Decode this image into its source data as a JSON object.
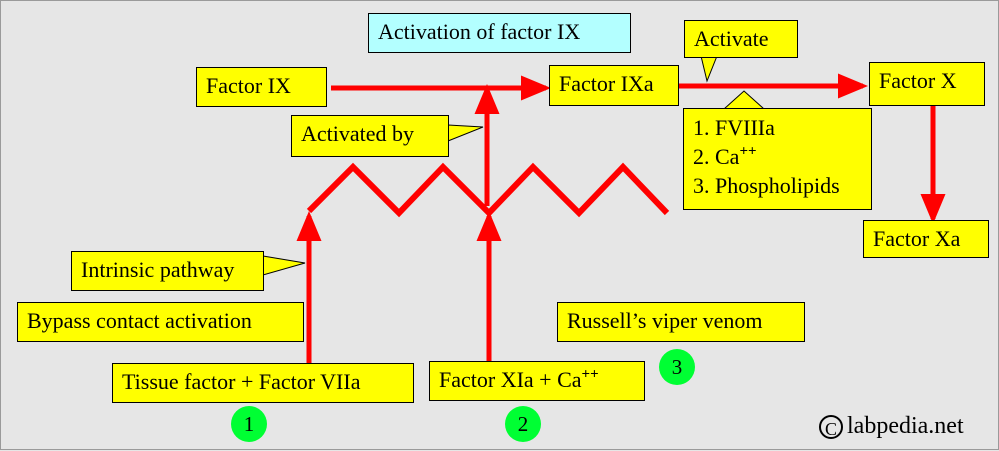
{
  "title_box": "Activation of factor IX",
  "factor_ix": "Factor IX",
  "factor_ixa": "Factor IXa",
  "factor_x": "Factor X",
  "factor_xa": "Factor Xa",
  "activate_callout": "Activate",
  "activated_by_callout": "Activated by",
  "intrinsic_pathway_callout": "Intrinsic pathway",
  "cofactors": [
    "1. FVIIIa",
    "2. Ca",
    "3. Phospholipids"
  ],
  "cofactor_ca_sup": "++",
  "bypass_label": "Bypass contact activation",
  "tissue_factor_label": "Tissue factor + Factor VIIa",
  "factor_xia_label": "Factor XIa + Ca",
  "factor_xia_sup": "++",
  "russells_label": "Russell’s viper venom",
  "markers": [
    "1",
    "2",
    "3"
  ],
  "copyright_symbol": "C",
  "copyright_text": "labpedia.net",
  "colors": {
    "box": "#ffff00",
    "title_box": "#b3ffff",
    "arrow": "#ff0000",
    "marker": "#00ff33",
    "background": "#e6e6e6"
  }
}
